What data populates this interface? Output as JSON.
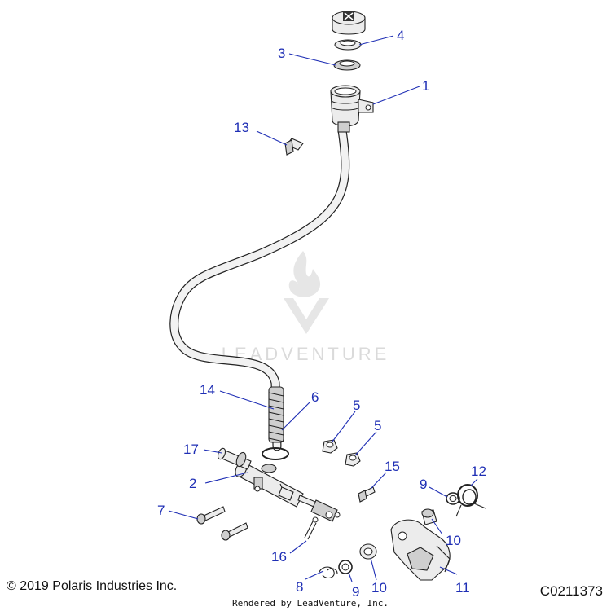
{
  "watermark": {
    "brand": "LEADVENTURE"
  },
  "callouts": [
    {
      "key": "c1",
      "label": "1"
    },
    {
      "key": "c2",
      "label": "2"
    },
    {
      "key": "c3",
      "label": "3"
    },
    {
      "key": "c4",
      "label": "4"
    },
    {
      "key": "c5a",
      "label": "5"
    },
    {
      "key": "c5b",
      "label": "5"
    },
    {
      "key": "c6",
      "label": "6"
    },
    {
      "key": "c7",
      "label": "7"
    },
    {
      "key": "c8",
      "label": "8"
    },
    {
      "key": "c9a",
      "label": "9"
    },
    {
      "key": "c9b",
      "label": "9"
    },
    {
      "key": "c10a",
      "label": "10"
    },
    {
      "key": "c10b",
      "label": "10"
    },
    {
      "key": "c11",
      "label": "11"
    },
    {
      "key": "c12",
      "label": "12"
    },
    {
      "key": "c13",
      "label": "13"
    },
    {
      "key": "c14",
      "label": "14"
    },
    {
      "key": "c15",
      "label": "15"
    },
    {
      "key": "c16",
      "label": "16"
    },
    {
      "key": "c17",
      "label": "17"
    }
  ],
  "footer": {
    "copyright": "© 2019 Polaris Industries Inc.",
    "figure_id": "C0211373",
    "rendered_by": "Rendered by LeadVenture, Inc."
  },
  "colors": {
    "callout": "#1f2fb5",
    "part_line": "#222222",
    "watermark": "#e2e2e2"
  }
}
